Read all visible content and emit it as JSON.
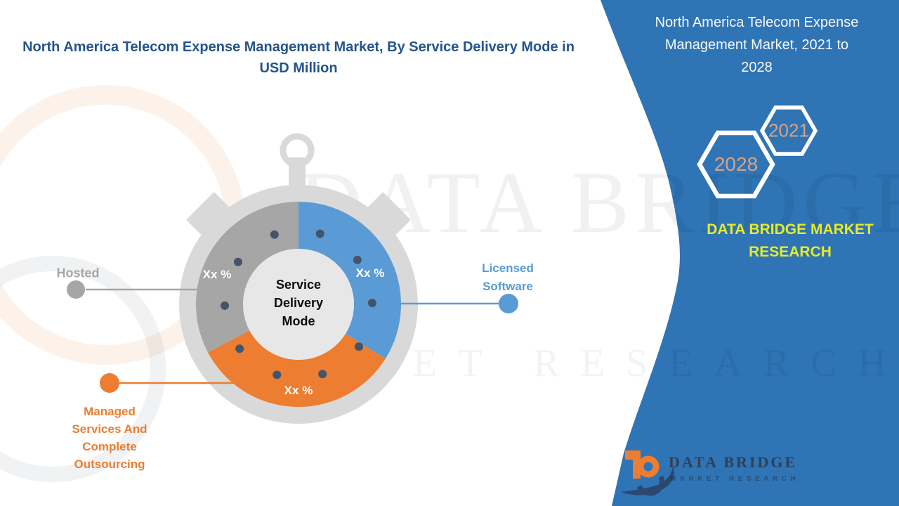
{
  "page": {
    "left_title": "North America Telecom Expense Management Market, By Service Delivery Mode in USD Million"
  },
  "right_panel": {
    "title": "North America Telecom Expense Management Market, 2021 to 2028",
    "background_color": "#2F74B5",
    "hexagons": [
      {
        "year": "2028"
      },
      {
        "year": "2021"
      }
    ],
    "year_text_color": "#D9A185",
    "brand_text": "DATA BRIDGE MARKET RESEARCH",
    "brand_text_color": "#E8EB25"
  },
  "chart_data": {
    "type": "pie",
    "subtype": "donut-stopwatch",
    "title": "North America Telecom Expense Management Market, By Service Delivery Mode in USD Million",
    "unit": "USD Million",
    "center_label": "Service Delivery Mode",
    "segments": [
      {
        "label": "Licensed Software",
        "value_label": "Xx %",
        "color": "#5B9BD5",
        "start_deg": 0,
        "end_deg": 122
      },
      {
        "label": "Managed Services And Complete Outsourcing",
        "value_label": "Xx %",
        "color": "#ED7D31",
        "start_deg": 122,
        "end_deg": 242
      },
      {
        "label": "Hosted",
        "value_label": "Xx %",
        "color": "#A6A6A6",
        "start_deg": 242,
        "end_deg": 360
      }
    ],
    "legend_position": "callouts-around-chart"
  },
  "stopwatch": {
    "body_color": "#D9D9D9",
    "hub_color": "#E8E7E7",
    "tick_dot_count": 10,
    "tick_dot_color": "#44546A"
  },
  "watermark": {
    "line1": "DATA BRIDGE",
    "line2": "MARKET RESEARCH"
  },
  "logo": {
    "name": "DATA BRIDGE",
    "tagline": "MARKET RESEARCH",
    "mark_orange": "#ED7D31",
    "mark_navy": "#2C4770"
  },
  "title_color": "#24548C"
}
